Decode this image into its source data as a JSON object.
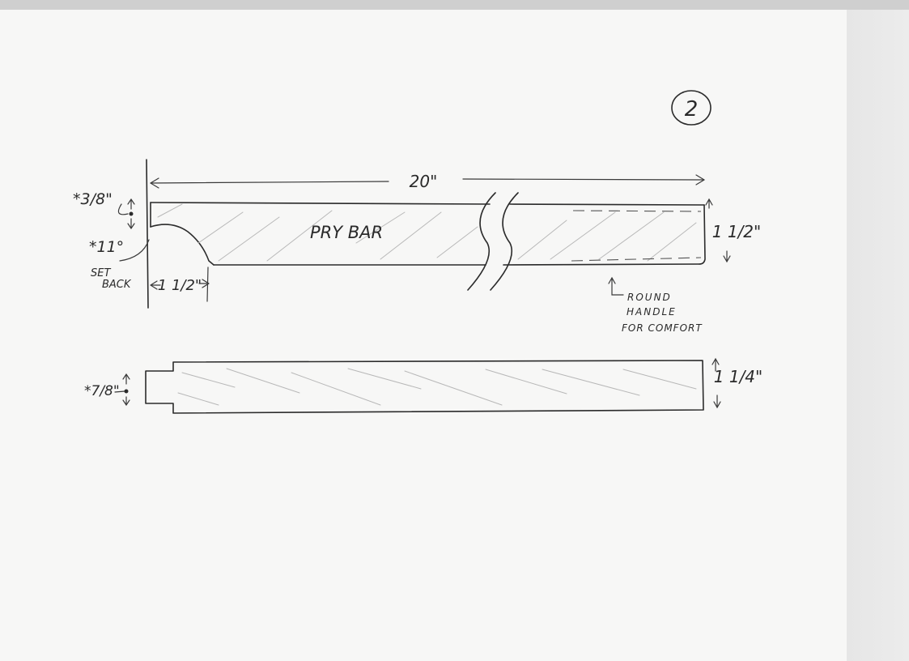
{
  "page_number": "2",
  "top_view": {
    "length_label": "20\"",
    "part_label": "PRY BAR",
    "width_label": "1 1/2\"",
    "notch_depth_label": "*3/8\"",
    "angle_label": "*11°",
    "setback_line1": "SET",
    "setback_line2": "BACK",
    "setback_length_label": "1 1/2\"",
    "handle_note": [
      "ROUND",
      "HANDLE",
      "FOR COMFORT"
    ]
  },
  "side_view": {
    "thickness_label": "1 1/4\"",
    "tip_label": "*7/8\""
  }
}
